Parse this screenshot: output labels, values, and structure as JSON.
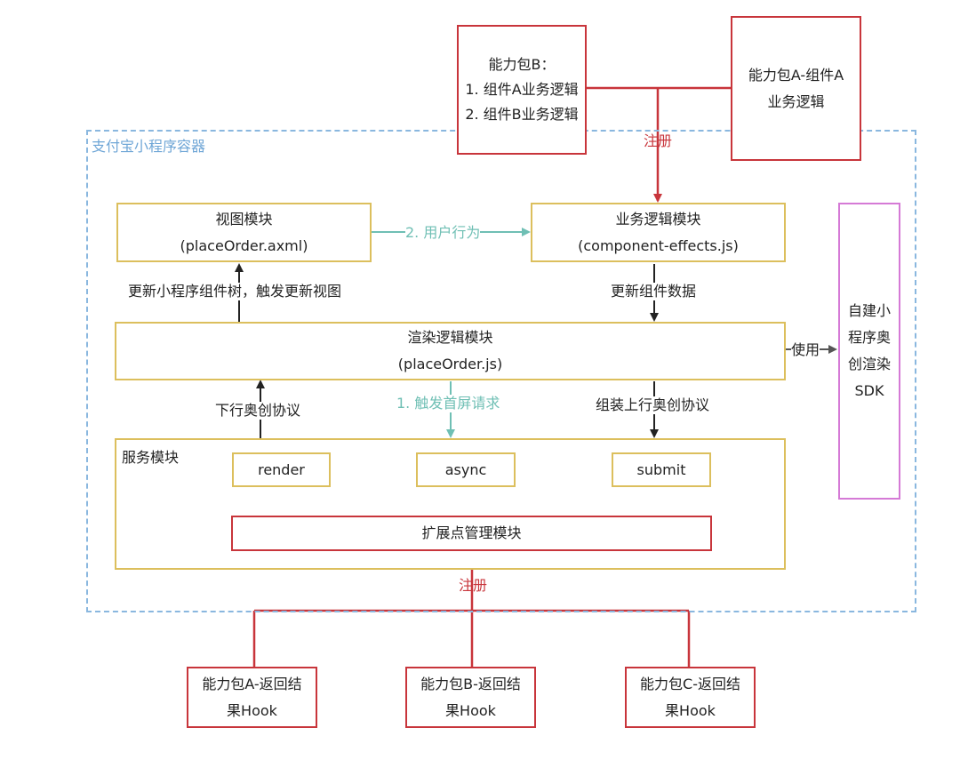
{
  "container": {
    "label": "支付宝小程序容器"
  },
  "pkg_b": {
    "title": "能力包B：",
    "line1": "1. 组件A业务逻辑",
    "line2": "2. 组件B业务逻辑"
  },
  "pkg_a": {
    "line1": "能力包A-组件A",
    "line2": "业务逻辑"
  },
  "register_top": "注册",
  "view_module": {
    "line1": "视图模块",
    "line2": "(placeOrder.axml)"
  },
  "business_module": {
    "line1": "业务逻辑模块",
    "line2": "(component-effects.js)"
  },
  "user_action": "2. 用户行为",
  "update_tree": "更新小程序组件树，触发更新视图",
  "update_data": "更新组件数据",
  "render_module": {
    "line1": "渲染逻辑模块",
    "line2": "(placeOrder.js)"
  },
  "use_label": "使用",
  "sdk": {
    "line1": "自建小",
    "line2": "程序奥",
    "line3": "创渲染",
    "line4": "SDK"
  },
  "down_protocol": "下行奥创协议",
  "first_screen": "1. 触发首屏请求",
  "up_protocol": "组装上行奥创协议",
  "service_module": {
    "label": "服务模块",
    "render": "render",
    "async": "async",
    "submit": "submit",
    "extension": "扩展点管理模块"
  },
  "register_bottom": "注册",
  "hook_a": {
    "line1": "能力包A-返回结",
    "line2": "果Hook"
  },
  "hook_b": {
    "line1": "能力包B-返回结",
    "line2": "果Hook"
  },
  "hook_c": {
    "line1": "能力包C-返回结",
    "line2": "果Hook"
  },
  "colors": {
    "red": "#c8353b",
    "gold": "#dcbf5d",
    "pink": "#d57ad6",
    "teal": "#6fbfb4",
    "dashed_blue": "#8ab7df"
  }
}
